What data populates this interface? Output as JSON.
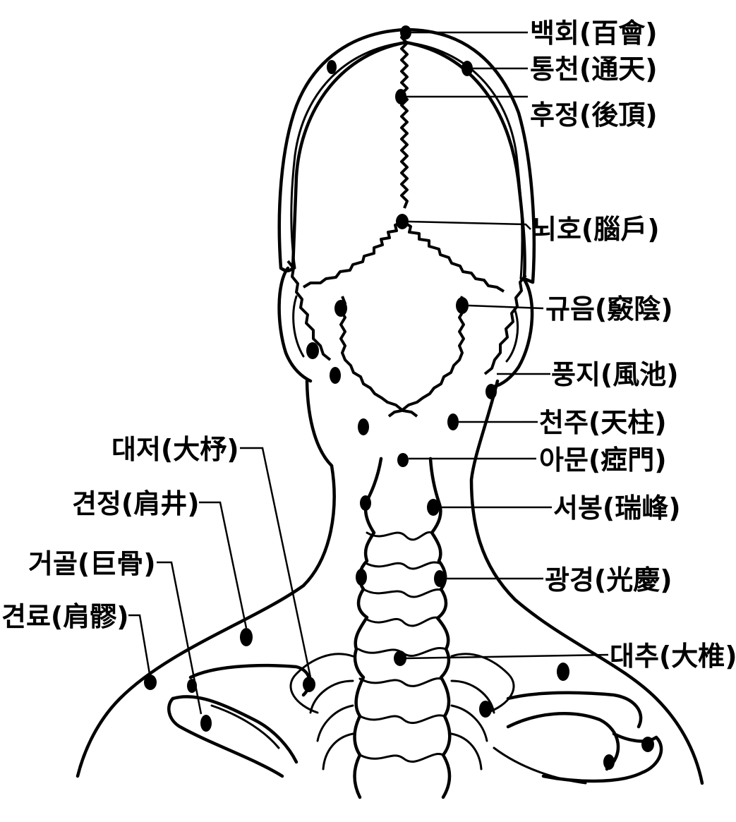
{
  "acupoints": [
    {
      "key": "baekhoe",
      "label": "백회(百會)"
    },
    {
      "key": "tongcheon",
      "label": "통천(通天)"
    },
    {
      "key": "hujeong",
      "label": "후정(後頂)"
    },
    {
      "key": "noeho",
      "label": "뇌호(腦戶)"
    },
    {
      "key": "gyueum",
      "label": "규음(竅陰)"
    },
    {
      "key": "pungji",
      "label": "풍지(風池)"
    },
    {
      "key": "cheonju",
      "label": "천주(天柱)"
    },
    {
      "key": "amun",
      "label": "아문(瘂門)"
    },
    {
      "key": "seobong",
      "label": "서봉(瑞峰)"
    },
    {
      "key": "gwanggyeong",
      "label": "광경(光慶)"
    },
    {
      "key": "daechu",
      "label": "대추(大椎)"
    },
    {
      "key": "daejeo",
      "label": "대저(大杼)"
    },
    {
      "key": "gyeonjeong",
      "label": "견정(肩井)"
    },
    {
      "key": "geogol",
      "label": "거골(巨骨)"
    },
    {
      "key": "gyeonryo",
      "label": "견료(肩髎)"
    }
  ]
}
